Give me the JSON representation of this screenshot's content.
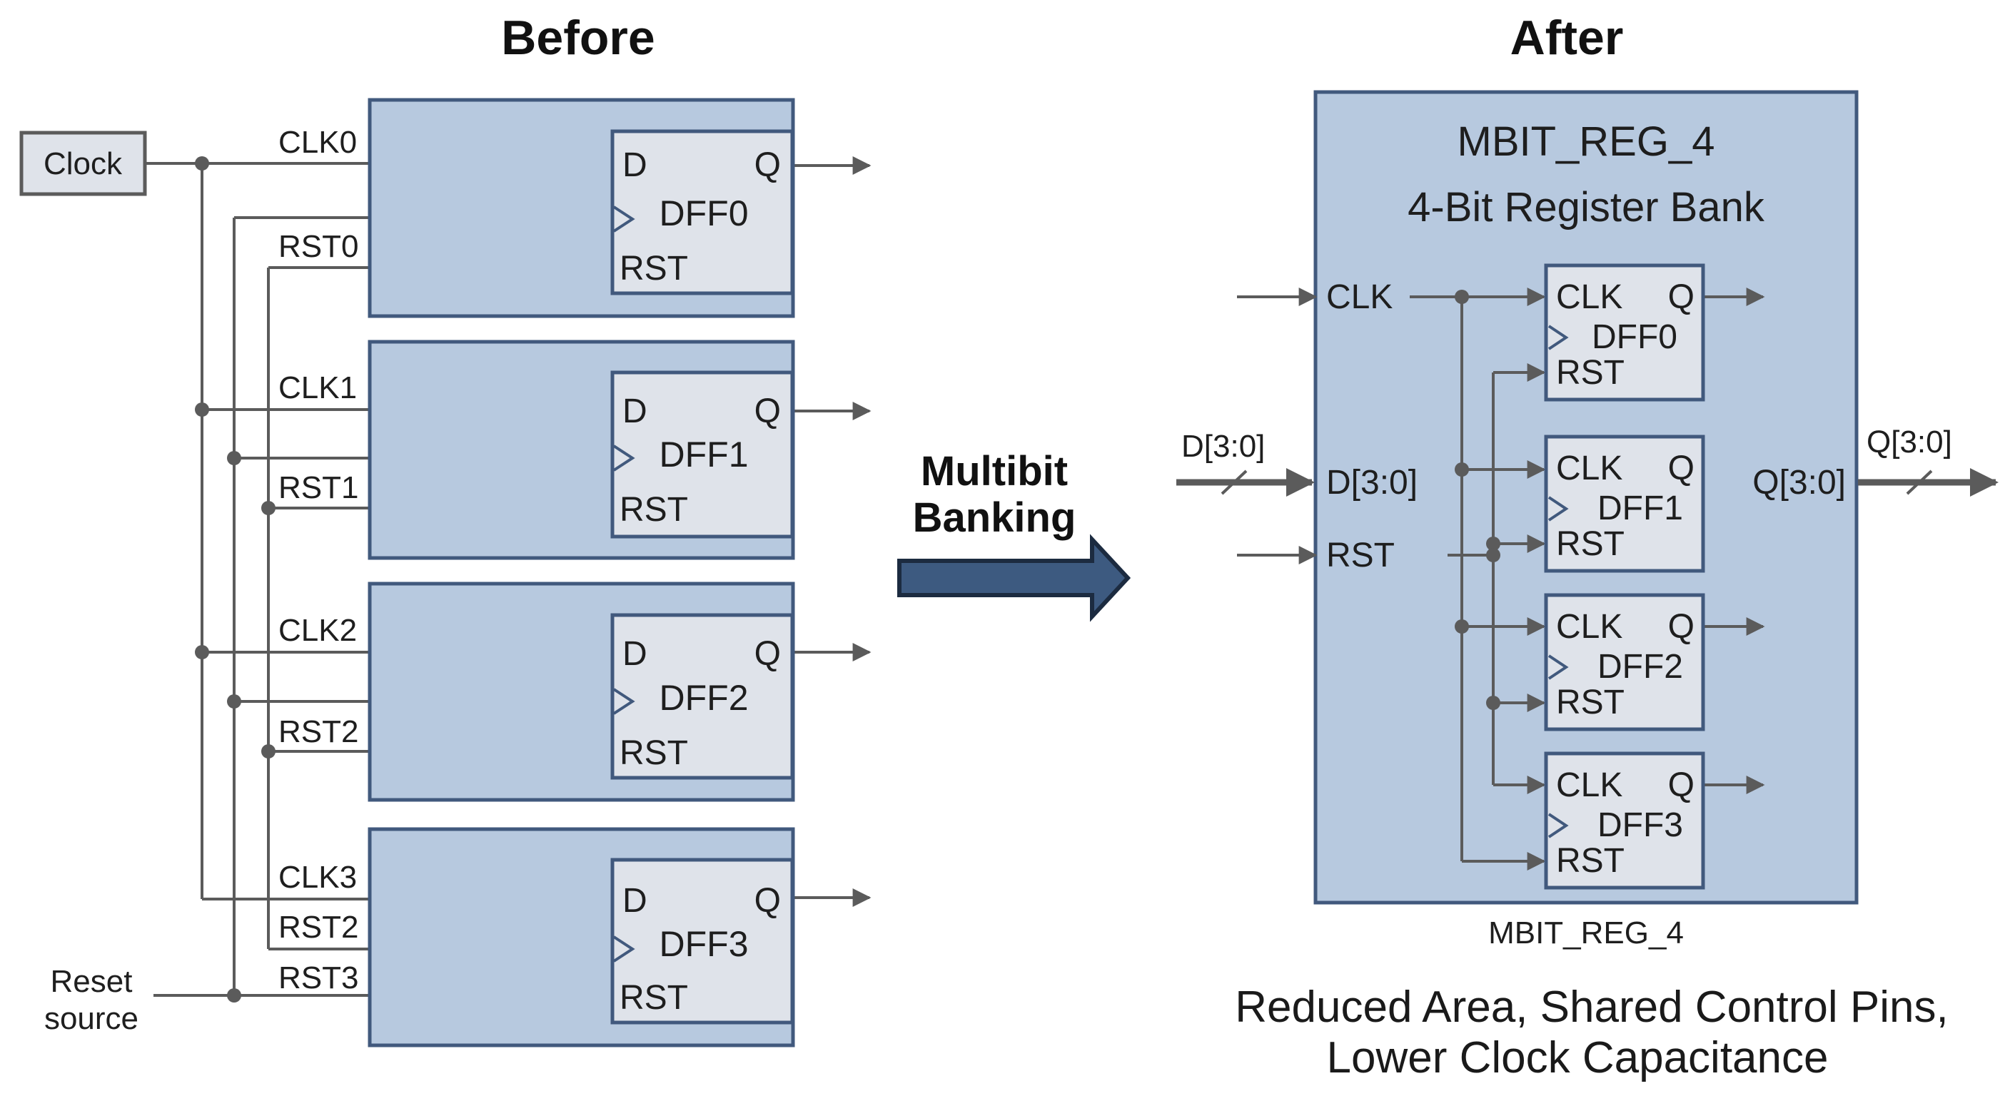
{
  "before": {
    "title": "Before",
    "clock_source": "Clock",
    "reset_source_line1": "Reset",
    "reset_source_line2": "source",
    "flops": [
      {
        "name": "DFF0",
        "clk_net": "CLK0",
        "rst_net": "RST0",
        "pin_d": "D",
        "pin_q": "Q",
        "pin_rst": "RST"
      },
      {
        "name": "DFF1",
        "clk_net": "CLK1",
        "rst_net": "RST1",
        "pin_d": "D",
        "pin_q": "Q",
        "pin_rst": "RST"
      },
      {
        "name": "DFF2",
        "clk_net": "CLK2",
        "rst_net": "RST2",
        "pin_d": "D",
        "pin_q": "Q",
        "pin_rst": "RST"
      },
      {
        "name": "DFF3",
        "clk_net": "CLK3",
        "rst_net": "RST3",
        "extra_net": "RST2",
        "pin_d": "D",
        "pin_q": "Q",
        "pin_rst": "RST"
      }
    ]
  },
  "transform": {
    "line1": "Multibit",
    "line2": "Banking"
  },
  "after": {
    "title": "After",
    "bank_name": "MBIT_REG_4",
    "bank_desc": "4-Bit Register Bank",
    "port_clk": "CLK",
    "port_d": "D[3:0]",
    "port_rst": "RST",
    "port_q": "Q[3:0]",
    "bus_in": "D[3:0]",
    "bus_out": "Q[3:0]",
    "caption": "MBIT_REG_4",
    "flops": [
      {
        "name": "DFF0",
        "pin_clk": "CLK",
        "pin_q": "Q",
        "pin_rst": "RST"
      },
      {
        "name": "DFF1",
        "pin_clk": "CLK",
        "pin_q": "Q",
        "pin_rst": "RST"
      },
      {
        "name": "DFF2",
        "pin_clk": "CLK",
        "pin_q": "Q",
        "pin_rst": "RST"
      },
      {
        "name": "DFF3",
        "pin_clk": "CLK",
        "pin_q": "Q",
        "pin_rst": "RST"
      }
    ],
    "benefits_line1": "Reduced Area, Shared Control Pins,",
    "benefits_line2": "Lower Clock Capacitance"
  },
  "colors": {
    "cell_fill": "#b7c9df",
    "cell_stroke": "#41597d",
    "flop_fill": "#dfe3ea",
    "wire": "#5b5b5b",
    "arrow_fill": "#3d5a80"
  }
}
